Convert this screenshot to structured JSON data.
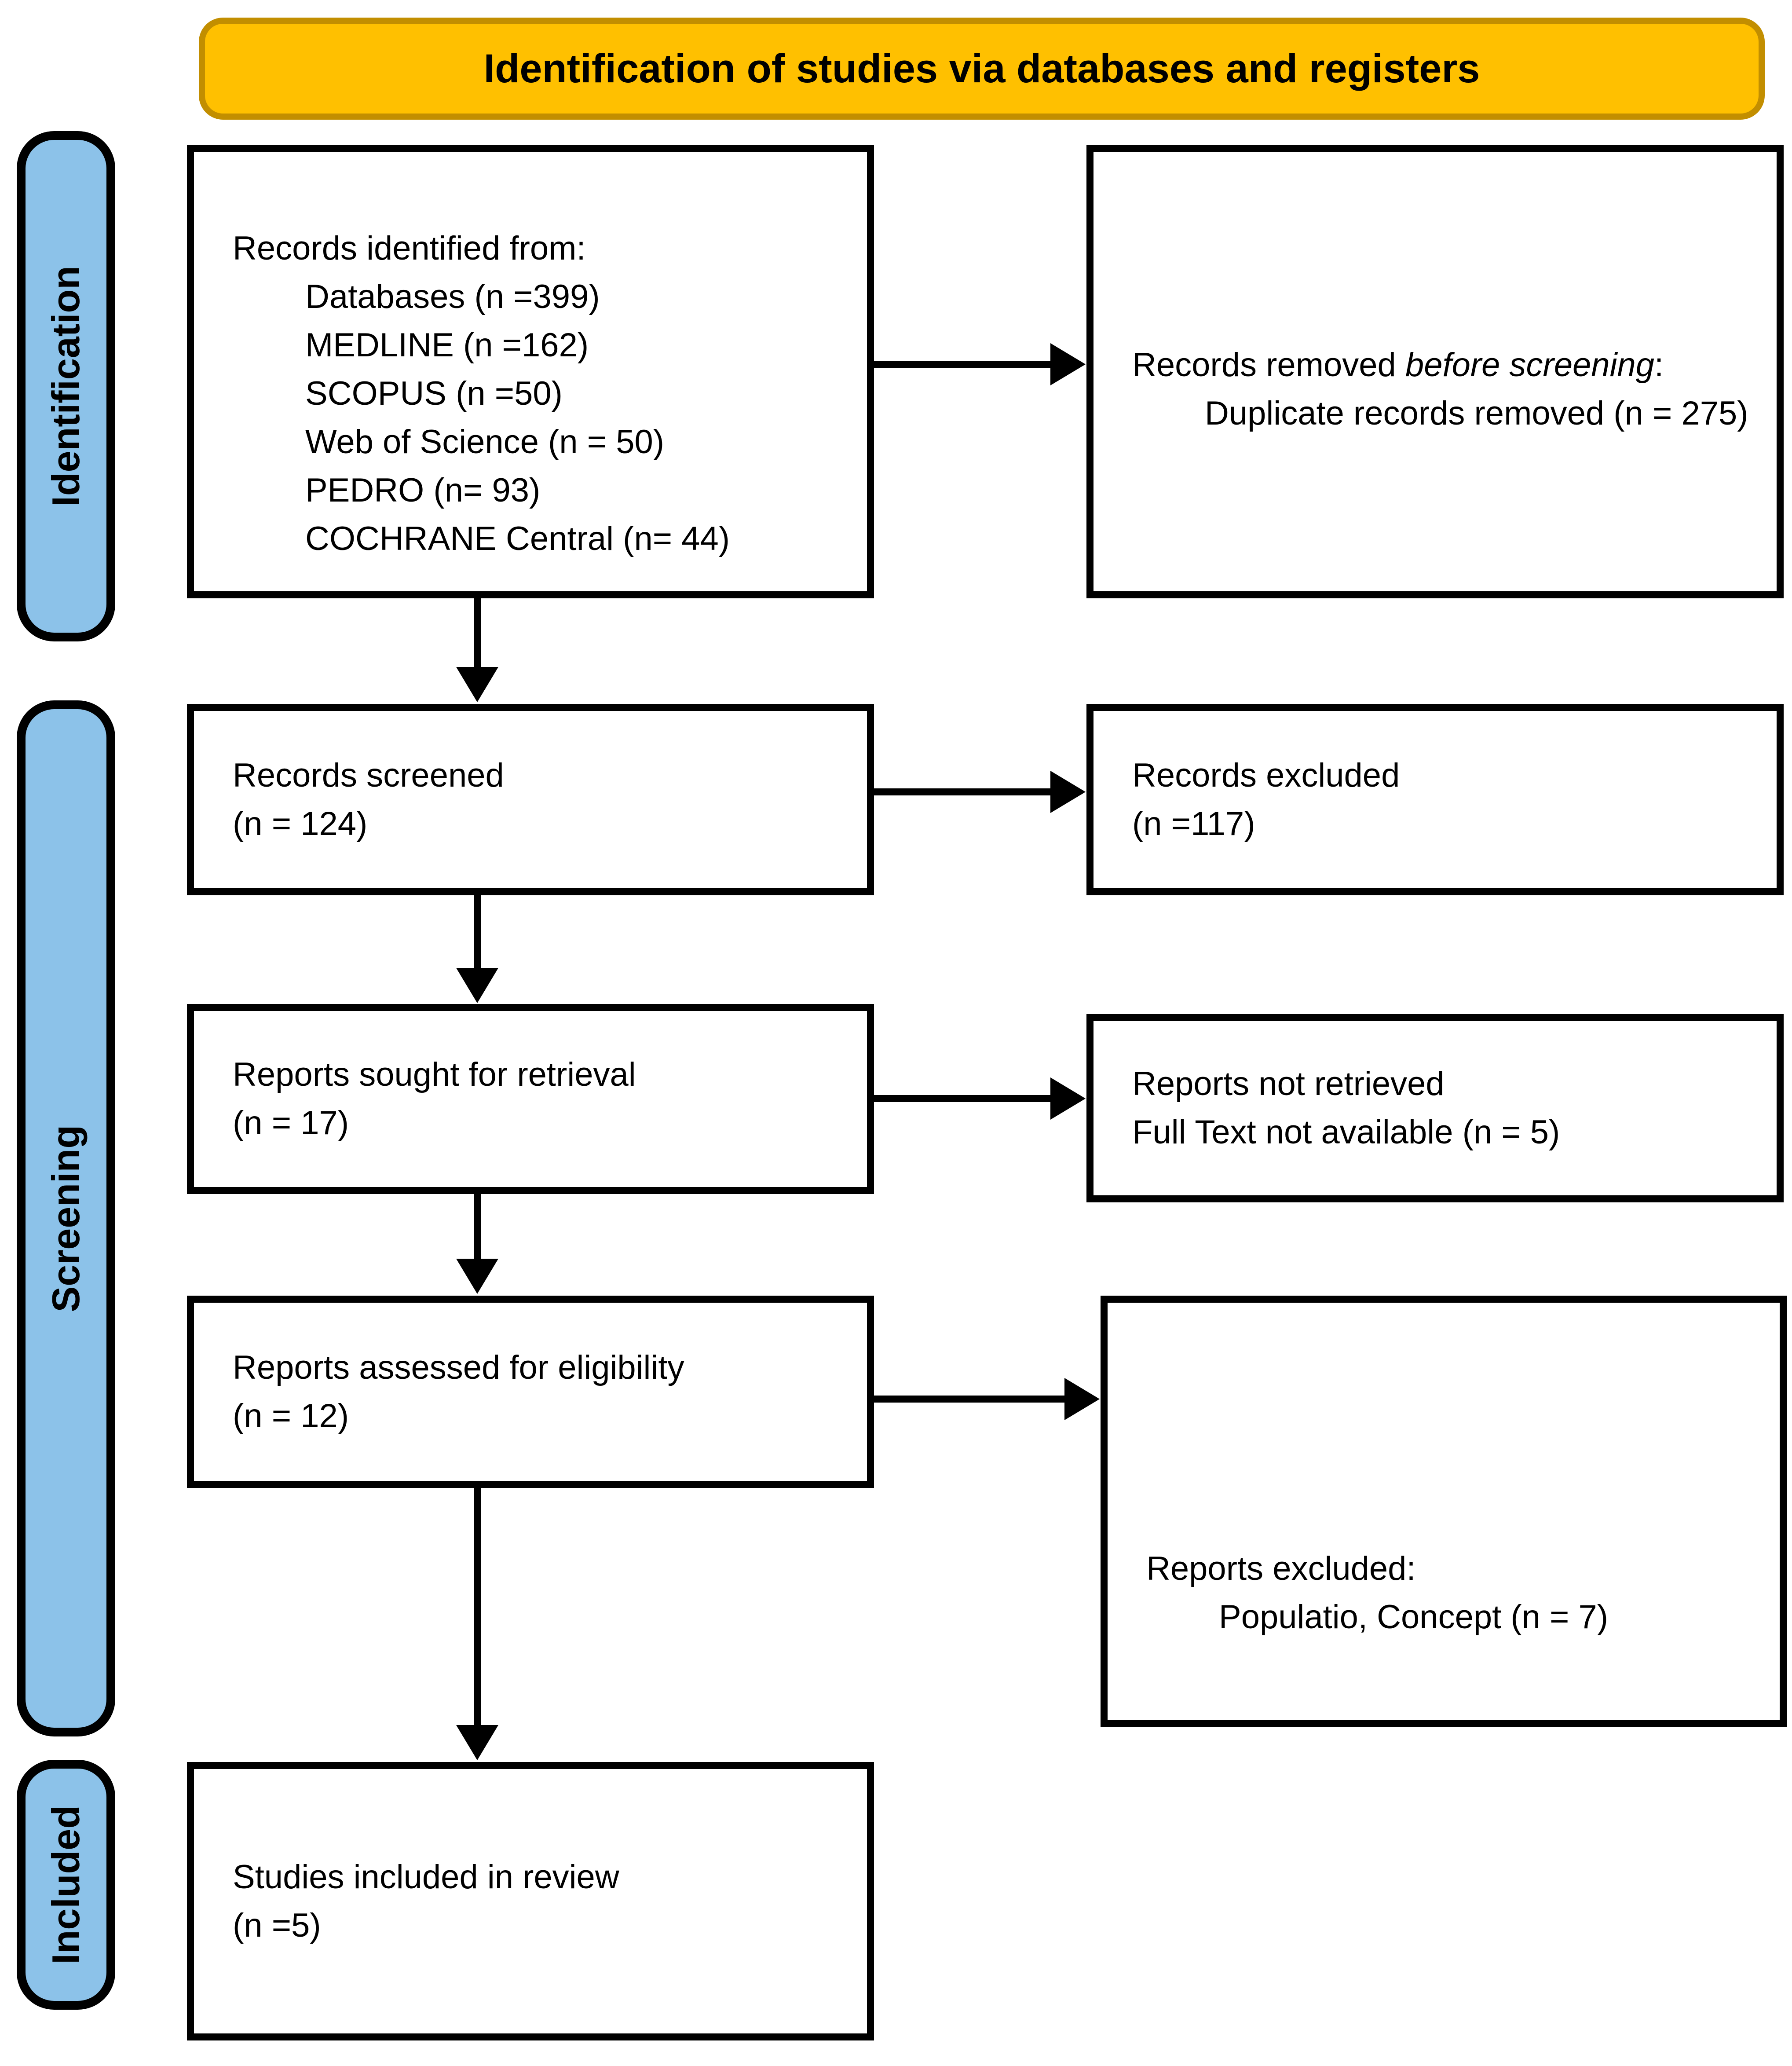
{
  "banner": {
    "title": "Identification of studies via databases and registers"
  },
  "sidebar": {
    "labels": [
      "Identification",
      "Screening",
      "Included"
    ]
  },
  "boxes": {
    "records_identified": {
      "intro": "Records identified from:",
      "items": [
        "Databases (n =399)",
        "MEDLINE (n =162)",
        "SCOPUS (n =50)",
        "Web of Science (n = 50)",
        "PEDRO (n= 93)",
        "COCHRANE Central (n= 44)"
      ]
    },
    "records_removed": {
      "intro_normal": "Records removed ",
      "intro_italic": "before screening",
      "intro_suffix": ":",
      "items": [
        "Duplicate records removed (n = 275)"
      ]
    },
    "records_screened": {
      "lines": [
        "Records screened",
        "(n = 124)"
      ]
    },
    "records_excluded": {
      "lines": [
        "Records excluded",
        "(n =117)"
      ]
    },
    "reports_sought": {
      "lines": [
        "Reports sought for retrieval",
        "(n = 17)"
      ]
    },
    "reports_not_retrieved": {
      "lines": [
        "Reports not retrieved",
        "Full Text not available (n = 5)"
      ]
    },
    "reports_assessed": {
      "lines": [
        "Reports assessed for eligibility",
        "(n = 12)"
      ]
    },
    "reports_excluded": {
      "intro": "Reports excluded:",
      "items": [
        "Populatio, Concept (n = 7)"
      ]
    },
    "studies_included": {
      "lines": [
        "Studies included in review",
        "(n =5)"
      ]
    }
  },
  "colors": {
    "banner_fill": "#FFC000",
    "banner_border": "#C28E00",
    "sidebar_fill": "#8CC2E9",
    "line": "#000000",
    "box_bg": "#FFFFFF",
    "text": "#000000"
  }
}
